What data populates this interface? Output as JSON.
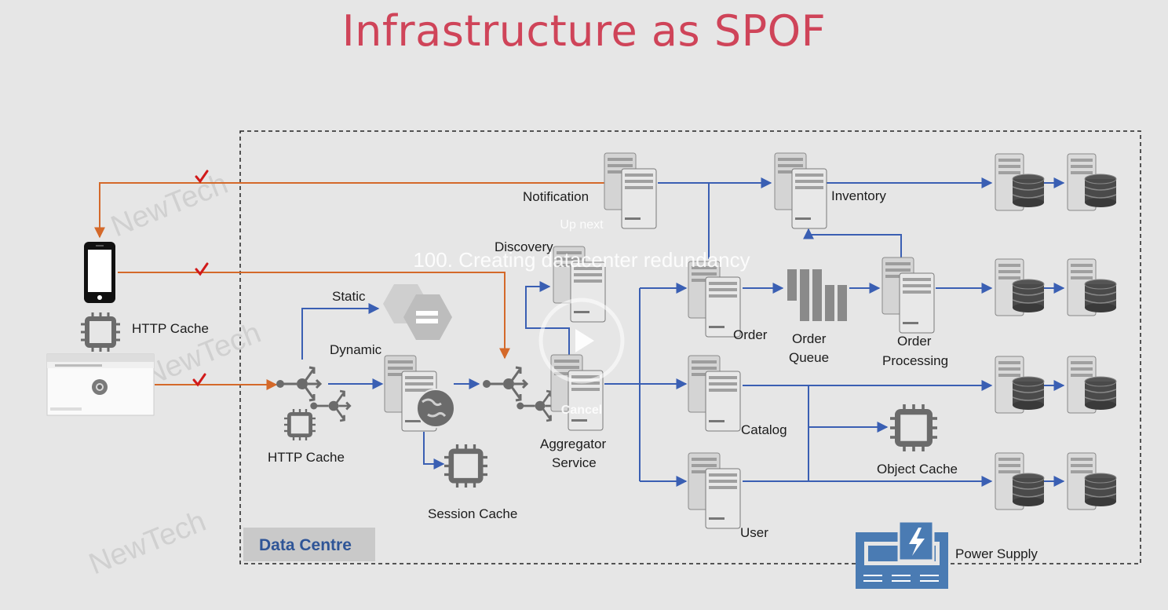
{
  "title": "Infrastructure as SPOF",
  "watermark": "NewTech",
  "data_centre_label": "Data Centre",
  "colors": {
    "title": "#cf4459",
    "flow": "#3a5fb3",
    "client_flow": "#d4692a",
    "check": "#d11a1a",
    "icon": "#6b6b6b",
    "power": "#4a7bb3"
  },
  "clients": {
    "http_cache_label": "HTTP Cache"
  },
  "nodes": {
    "static": "Static",
    "dynamic": "Dynamic",
    "edge_http_cache": "HTTP Cache",
    "session_cache": "Session Cache",
    "aggregator_line1": "Aggregator",
    "aggregator_line2": "Service",
    "discovery": "Discovery",
    "notification": "Notification",
    "inventory": "Inventory",
    "order": "Order",
    "order_queue_line1": "Order",
    "order_queue_line2": "Queue",
    "order_processing_line1": "Order",
    "order_processing_line2": "Processing",
    "catalog": "Catalog",
    "user": "User",
    "object_cache": "Object Cache",
    "power_supply": "Power Supply"
  },
  "video_overlay": {
    "up_next": "Up next",
    "next_title": "100. Creating datacenter redundancy",
    "cancel": "Cancel"
  }
}
